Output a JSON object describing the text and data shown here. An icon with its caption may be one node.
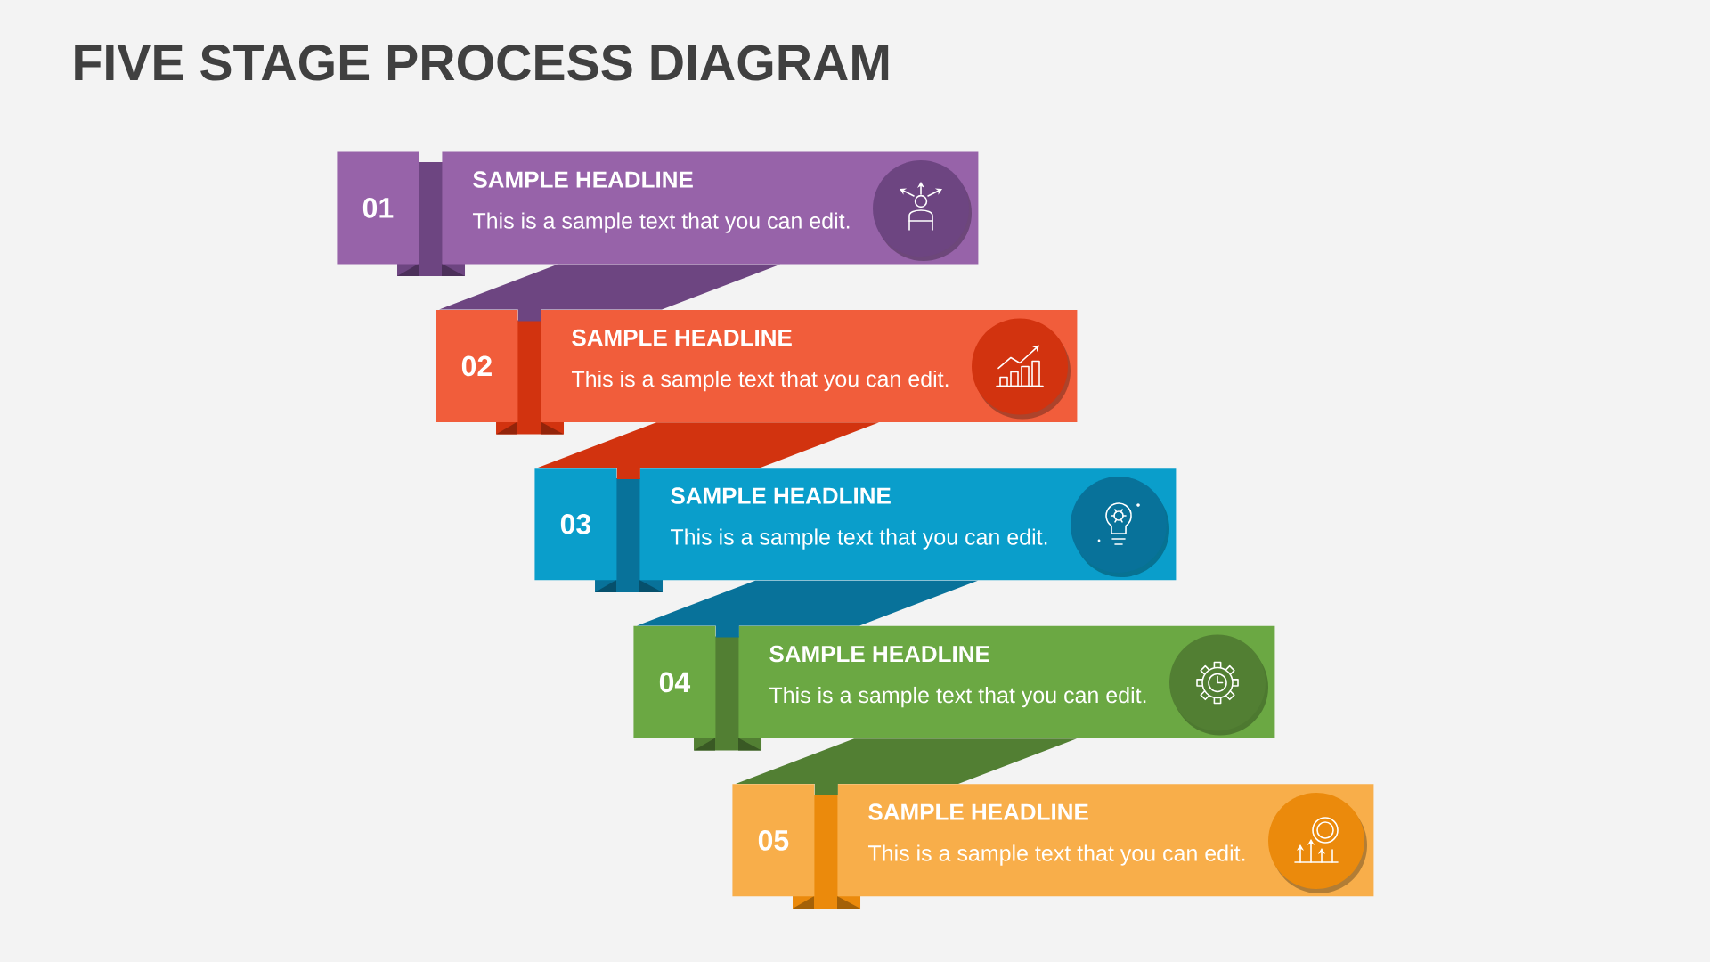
{
  "diagram": {
    "title": "FIVE STAGE PROCESS DIAGRAM",
    "nodes": [
      {
        "text": [
          "01"
        ]
      },
      {
        "text": [
          "SAMPLE HEADLINE",
          "This is a sample text that you can edit."
        ]
      },
      {
        "text": [
          "02"
        ]
      },
      {
        "text": [
          "SAMPLE HEADLINE",
          "This is a sample text that you can edit."
        ]
      },
      {
        "text": [
          "03"
        ]
      },
      {
        "text": [
          "SAMPLE HEADLINE",
          "This is a sample text that you can edit."
        ]
      },
      {
        "text": [
          "04"
        ]
      },
      {
        "text": [
          "SAMPLE HEADLINE",
          "This is a sample text that you can edit."
        ]
      },
      {
        "text": [
          "05"
        ]
      },
      {
        "text": [
          "SAMPLE HEADLINE",
          "This is a sample text that you can edit."
        ]
      }
    ],
    "edges": [
      {
        "from": 1,
        "to": 2,
        "arrow": "none",
        "color": "#6d4581"
      },
      {
        "from": 3,
        "to": 4,
        "arrow": "none",
        "color": "#d2330f"
      },
      {
        "from": 5,
        "to": 6,
        "arrow": "none",
        "color": "#08729a"
      },
      {
        "from": 7,
        "to": 8,
        "arrow": "none",
        "color": "#527f33"
      }
    ]
  }
}
